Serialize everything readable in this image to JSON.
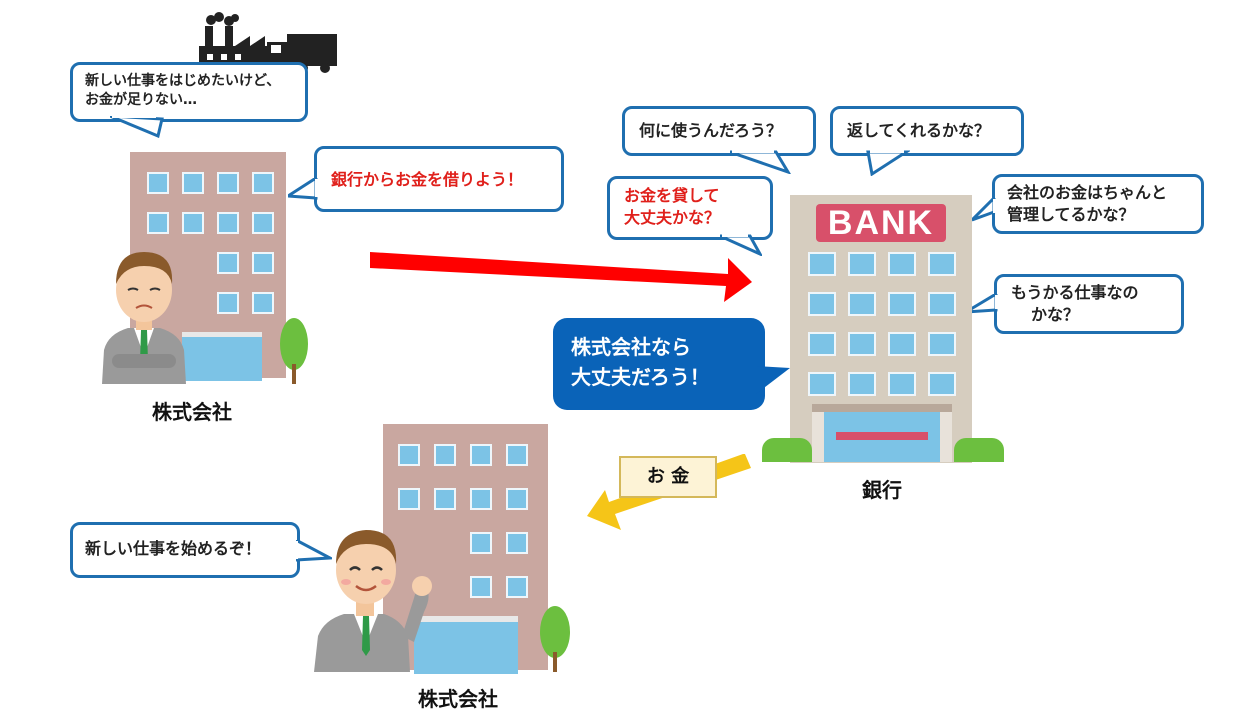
{
  "bubbles": {
    "worry": "新しい仕事をはじめたいけど、\nお金が足りない…",
    "borrow": "銀行からお金を借りよう！",
    "what_use": "何に使うんだろう？",
    "repay": "返してくれるかな？",
    "lend_ok_1": "お金を貸して",
    "lend_ok_2": "大丈夫かな？",
    "manage_1": "会社のお金はちゃんと",
    "manage_2": "管理してるかな？",
    "profit_1": "もうかる仕事なの",
    "profit_2": "かな？",
    "trust_1": "株式会社なら",
    "trust_2": "大丈夫だろう！",
    "start": "新しい仕事を始めるぞ！"
  },
  "labels": {
    "company_top": "株式会社",
    "bank": "銀行",
    "company_bottom": "株式会社",
    "money": "お 金",
    "bank_sign": "BANK"
  },
  "colors": {
    "bubble_border": "#1f6fb0",
    "alert_text": "#e0201b",
    "arrow_red": "#ff0000",
    "arrow_yellow": "#f5c518",
    "bank_sign": "#d8506a"
  }
}
